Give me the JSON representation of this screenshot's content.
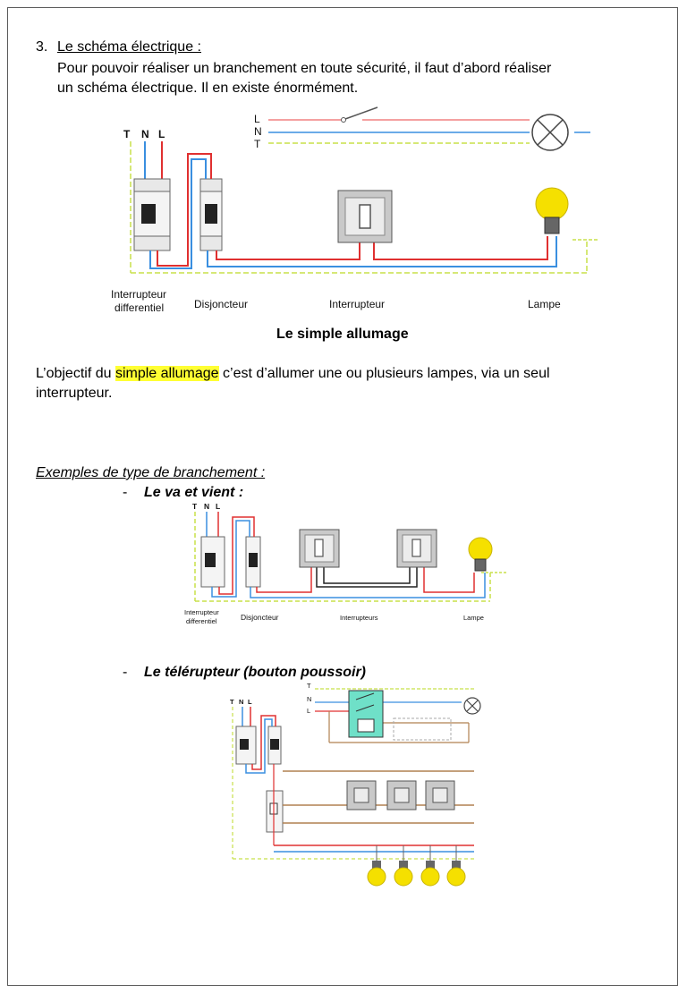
{
  "section": {
    "number": "3.",
    "title": "Le schéma électrique :",
    "intro_line1": "Pour pouvoir réaliser un branchement en toute sécurité, il faut d’abord réaliser",
    "intro_line2": "un schéma électrique. Il en existe énormément."
  },
  "diagram1": {
    "wires_top": [
      "L",
      "N",
      "T"
    ],
    "wires_left": [
      "T",
      "N",
      "L"
    ],
    "labels": {
      "interrupteur_diff_line1": "Interrupteur",
      "interrupteur_diff_line2": "differentiel",
      "disjoncteur": "Disjoncteur",
      "interrupteur": "Interrupteur",
      "lampe": "Lampe"
    },
    "caption": "Le simple allumage"
  },
  "objective": {
    "prefix": "L’objectif du ",
    "highlight": "simple allumage",
    "suffix": " c’est d’allumer une ou plusieurs lampes, via un seul",
    "line2": "interrupteur."
  },
  "examples": {
    "title": "Exemples de type de branchement :",
    "items": [
      {
        "dash": "-",
        "label": "Le va et vient :"
      },
      {
        "dash": "-",
        "label": "Le télérupteur (bouton poussoir)"
      }
    ]
  },
  "diagram2": {
    "wires_left": [
      "T",
      "N",
      "L"
    ],
    "labels": {
      "interrupteur_diff_line1": "Interrupteur",
      "interrupteur_diff_line2": "differentiel",
      "disjoncteur": "Disjoncteur",
      "interrupteurs": "Interrupteurs",
      "lampe": "Lampe"
    }
  },
  "diagram3": {
    "wires_left": [
      "T",
      "N",
      "L"
    ],
    "wires_top": [
      "T",
      "N",
      "L"
    ]
  },
  "colors": {
    "phase": "#e03030",
    "neutral": "#3a8fe0",
    "earth": "#c8e04a",
    "return": "#b08050",
    "lamp": "#f5e000"
  }
}
